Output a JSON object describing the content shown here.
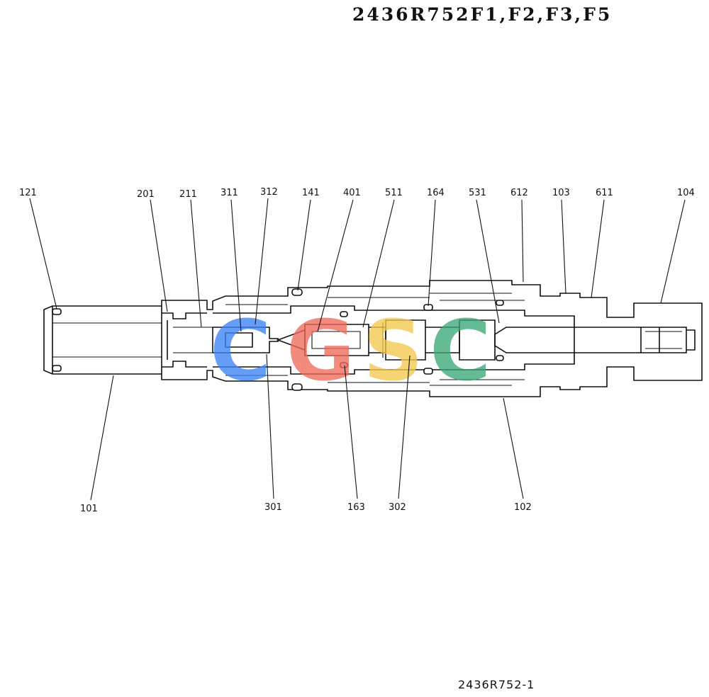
{
  "header": {
    "title": "2436R752F1,F2,F3,F5"
  },
  "footer": {
    "drawing_number": "2436R752-1"
  },
  "watermark": {
    "text": "CGSC",
    "colors": [
      "#3b82f6",
      "#ef6b5b",
      "#f2c94c",
      "#3aa876"
    ]
  },
  "parts": {
    "p121": "121",
    "p201": "201",
    "p211": "211",
    "p311": "311",
    "p312": "312",
    "p141": "141",
    "p401": "401",
    "p511": "511",
    "p164": "164",
    "p531": "531",
    "p612": "612",
    "p103": "103",
    "p611": "611",
    "p104": "104",
    "p101": "101",
    "p301": "301",
    "p163": "163",
    "p302": "302",
    "p102": "102"
  }
}
